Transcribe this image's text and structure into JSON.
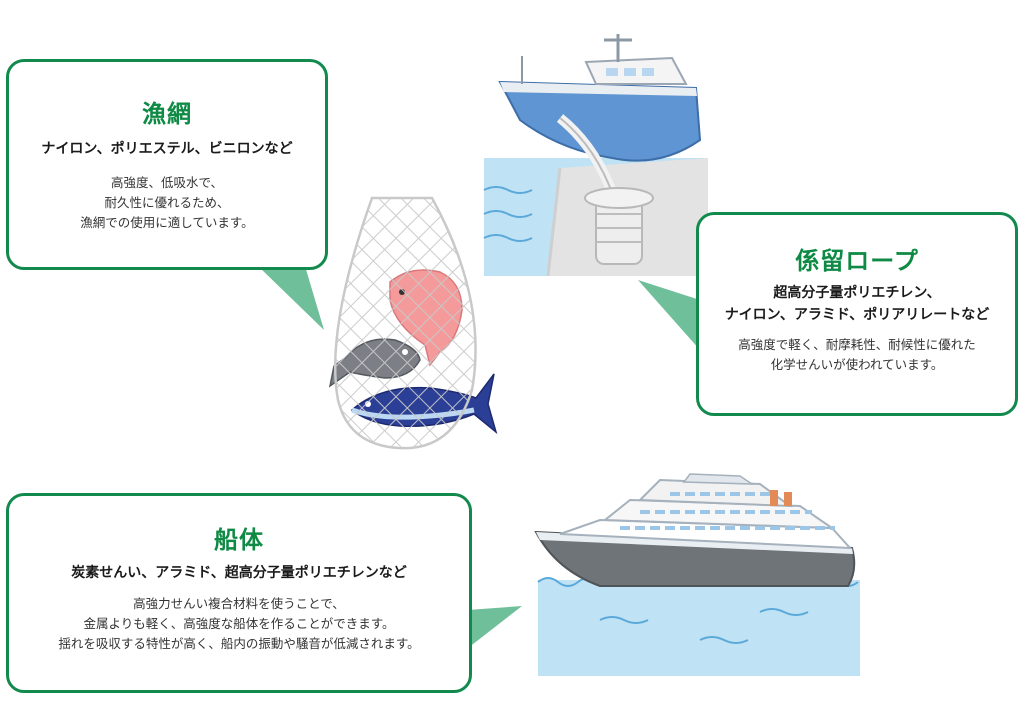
{
  "fishing_net": {
    "title": "漁網",
    "materials": "ナイロン、ポリエステル、ビニロンなど",
    "description": [
      "高強度、低吸水で、",
      "耐久性に優れるため、",
      "漁網での使用に適しています。"
    ]
  },
  "mooring_rope": {
    "title": "係留ロープ",
    "materials": [
      "超高分子量ポリエチレン、",
      "ナイロン、アラミド、ポリアリレートなど"
    ],
    "description": [
      "高強度で軽く、耐摩耗性、耐候性に優れた",
      "化学せんいが使われています。"
    ]
  },
  "ship_hull": {
    "title": "船体",
    "materials": "炭素せんい、アラミド、超高分子量ポリエチレンなど",
    "description": [
      "高強力せんい複合材料を使うことで、",
      "金属よりも軽く、高強度な船体を作ることができます。",
      "揺れを吸収する特性が高く、船内の振動や騒音が低減されます。"
    ]
  },
  "colors": {
    "accent_green": "#138a4d",
    "title_green": "#0e8a45",
    "pointer_green": "#6fbf9a",
    "water": "#bfe2f5"
  }
}
